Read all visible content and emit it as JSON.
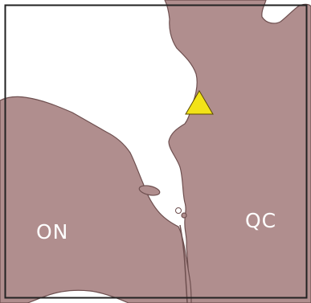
{
  "map": {
    "labels": {
      "ontario": "ON",
      "quebec": "QC"
    },
    "colors": {
      "land": "#b08e8e",
      "land_stroke": "#6e4f4f",
      "water": "#ffffff",
      "marker_fill": "#f2e318",
      "marker_stroke": "#5a4a00",
      "frame": "#222222"
    },
    "marker": {
      "shape": "triangle",
      "color_name": "yellow"
    }
  }
}
